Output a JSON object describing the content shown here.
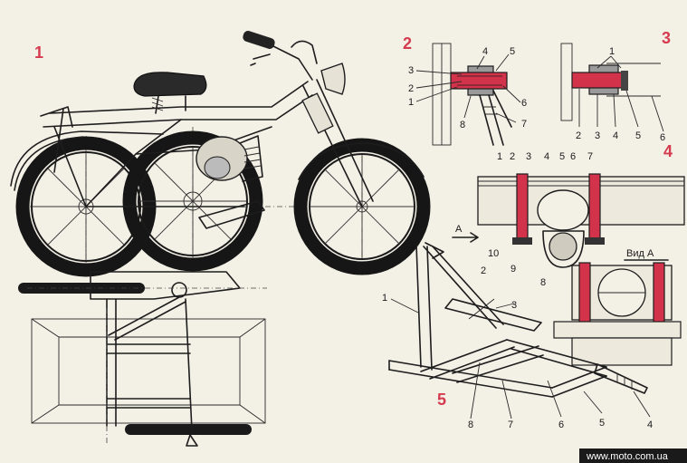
{
  "figure_numbers": [
    "1",
    "2",
    "3",
    "4",
    "5"
  ],
  "fig2_labels": [
    "1",
    "2",
    "3",
    "4",
    "5",
    "6",
    "7",
    "8"
  ],
  "fig3_labels": [
    "1",
    "2",
    "3",
    "4",
    "5",
    "6"
  ],
  "fig4_labels": [
    "1",
    "2",
    "3",
    "4",
    "5",
    "6",
    "7",
    "8",
    "9",
    "10"
  ],
  "fig4_arrow_label": "A",
  "view_label": "Вид А",
  "fig5_labels": [
    "1",
    "2",
    "3",
    "4",
    "5",
    "6",
    "7",
    "8"
  ],
  "watermark": "www.moto.com.ua",
  "colors": {
    "paper": "#f3f0e6",
    "ink": "#1d1d1d",
    "accent_red": "#d2334a",
    "label_red": "#d63a4e"
  }
}
